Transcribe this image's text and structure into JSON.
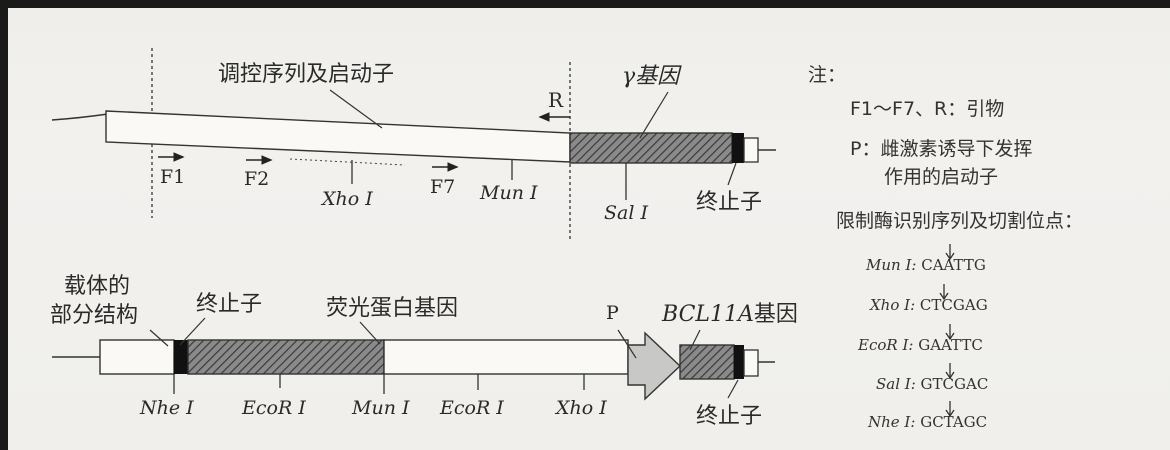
{
  "top": {
    "regulatory_label": "调控序列及启动子",
    "gamma_gene_label": "γ基因",
    "primer_R": "R",
    "primers": [
      "F1",
      "F2",
      "F7"
    ],
    "sites": [
      "Xho Ⅰ",
      "Mun Ⅰ",
      "Sal Ⅰ"
    ],
    "terminator": "终止子"
  },
  "bottom": {
    "vector_label_line1": "载体的",
    "vector_label_line2": "部分结构",
    "terminator_left": "终止子",
    "fluorescent_gene": "荧光蛋白基因",
    "promoter_P": "P",
    "bcl_gene_italic": "BCL11A",
    "bcl_gene_suffix": "基因",
    "sites": [
      "Nhe Ⅰ",
      "EcoR Ⅰ",
      "Mun Ⅰ",
      "EcoR Ⅰ",
      "Xho Ⅰ"
    ],
    "terminator_right": "终止子"
  },
  "notes": {
    "title": "注：",
    "line1": "F1～F7、R：引物",
    "line2a": "P：雌激素诱导下发挥",
    "line2b": "作用的启动子",
    "line3": "限制酶识别序列及切割位点：",
    "enzymes": [
      {
        "name": "Mun Ⅰ:",
        "left": "C",
        "right": "AATTG"
      },
      {
        "name": "Xho Ⅰ:",
        "left": "C",
        "right": "TCGAG"
      },
      {
        "name": "EcoR Ⅰ:",
        "left": "G",
        "right": "AATTC"
      },
      {
        "name": "Sal Ⅰ:",
        "left": "G",
        "right": "TCGAC"
      },
      {
        "name": "Nhe Ⅰ:",
        "left": "G",
        "right": "CTAGC"
      }
    ]
  }
}
